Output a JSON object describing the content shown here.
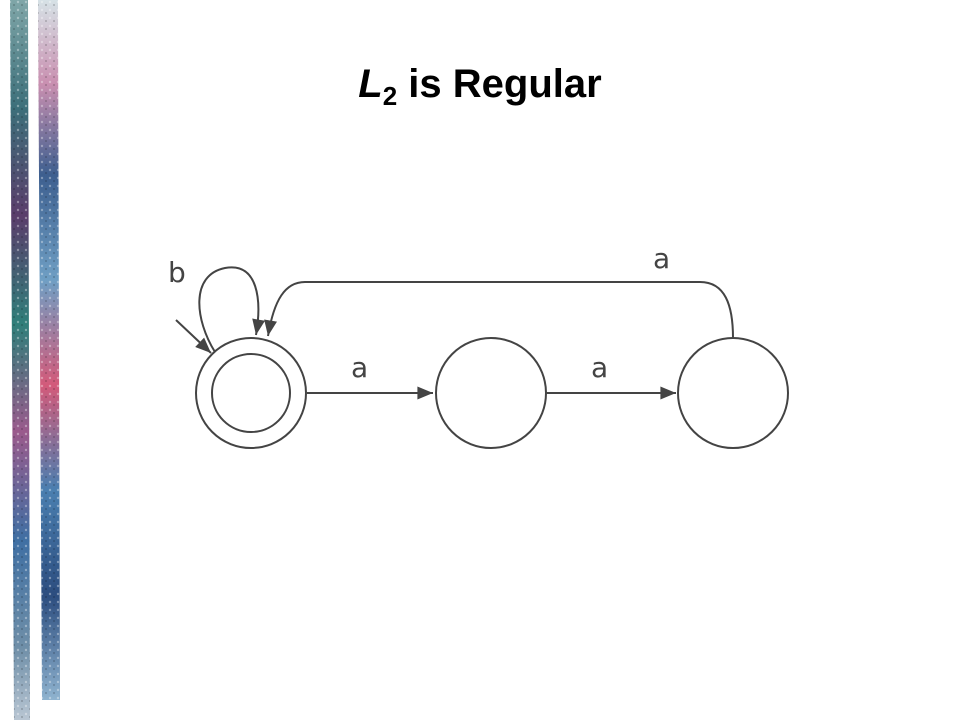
{
  "title": {
    "variable": "L",
    "subscript": "2",
    "rest": " is Regular"
  },
  "diagram": {
    "kind": "finite-automaton",
    "states": [
      {
        "id": "q0",
        "start": true,
        "accepting": true
      },
      {
        "id": "q1",
        "start": false,
        "accepting": false
      },
      {
        "id": "q2",
        "start": false,
        "accepting": false
      }
    ],
    "transitions": [
      {
        "from": "q0",
        "to": "q0",
        "label": "b"
      },
      {
        "from": "q0",
        "to": "q1",
        "label": "a"
      },
      {
        "from": "q1",
        "to": "q2",
        "label": "a"
      },
      {
        "from": "q2",
        "to": "q0",
        "label": "a"
      }
    ]
  },
  "colors": {
    "ink": "#444444",
    "title": "#000000"
  }
}
